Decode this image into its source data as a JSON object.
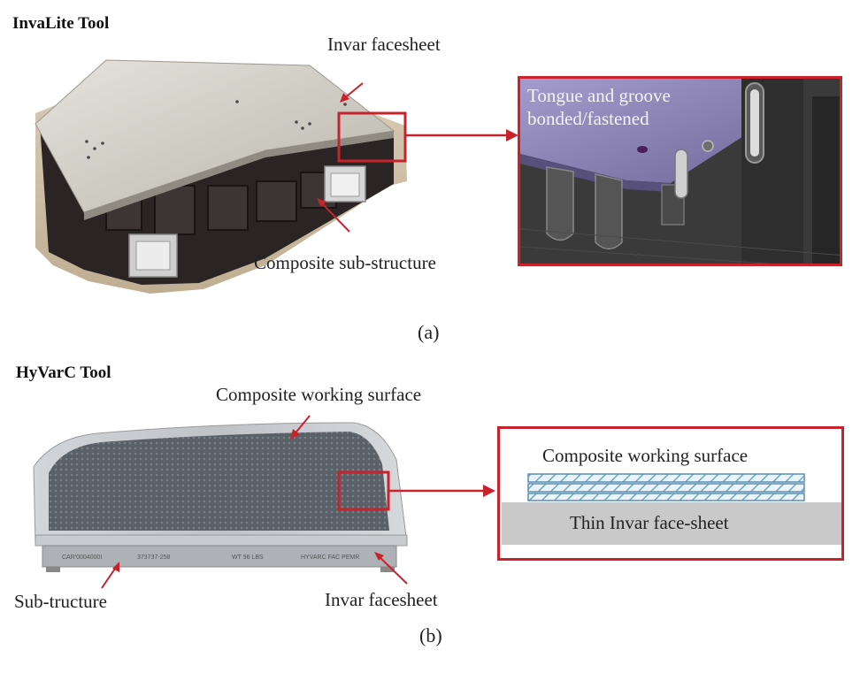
{
  "panel_a": {
    "title": "InvaLite Tool",
    "label_facesheet": "Invar facesheet",
    "label_substructure": "Composite sub-structure",
    "zoom_text": "Tongue and groove bonded/fastened",
    "caption": "(a)"
  },
  "panel_b": {
    "title": "HyVarC Tool",
    "label_working_surface": "Composite working surface",
    "label_substructure": "Sub-tructure",
    "label_facesheet": "Invar facesheet",
    "zoom_working_surface": "Composite working surface",
    "zoom_invar": "Thin Invar face-sheet",
    "caption": "(b)"
  },
  "colors": {
    "callout_red": "#c8232c",
    "invar_grey": "#c9c9c9",
    "laminate_blue": "#6aa7c9",
    "cad_purple": "#8e86b8"
  }
}
